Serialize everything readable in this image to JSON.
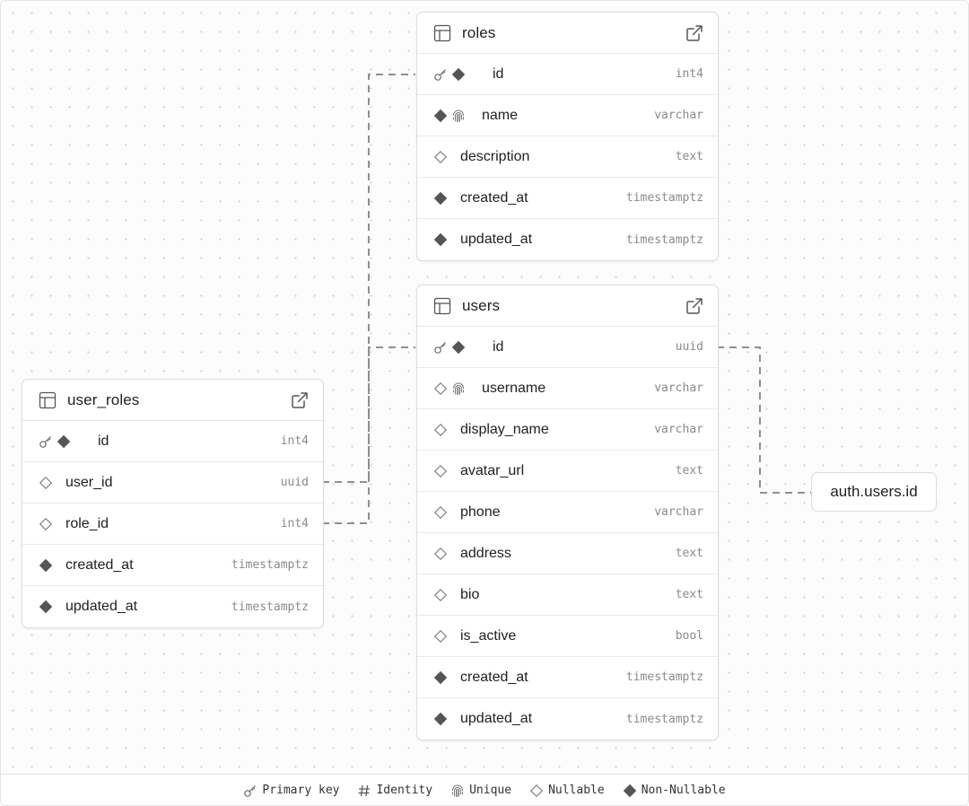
{
  "colors": {
    "accent": "#555555",
    "edge": "#8f8f8f",
    "type_text": "#8a8a8a",
    "border": "#dcdcdc"
  },
  "tables": [
    {
      "key": "roles",
      "name": "roles",
      "columns": [
        {
          "name": "id",
          "type": "int4",
          "pk": true,
          "unique": false,
          "nullable": false
        },
        {
          "name": "name",
          "type": "varchar",
          "pk": false,
          "unique": true,
          "nullable": false
        },
        {
          "name": "description",
          "type": "text",
          "pk": false,
          "unique": false,
          "nullable": true
        },
        {
          "name": "created_at",
          "type": "timestamptz",
          "pk": false,
          "unique": false,
          "nullable": false
        },
        {
          "name": "updated_at",
          "type": "timestamptz",
          "pk": false,
          "unique": false,
          "nullable": false
        }
      ]
    },
    {
      "key": "users",
      "name": "users",
      "columns": [
        {
          "name": "id",
          "type": "uuid",
          "pk": true,
          "unique": false,
          "nullable": false
        },
        {
          "name": "username",
          "type": "varchar",
          "pk": false,
          "unique": true,
          "nullable": true
        },
        {
          "name": "display_name",
          "type": "varchar",
          "pk": false,
          "unique": false,
          "nullable": true
        },
        {
          "name": "avatar_url",
          "type": "text",
          "pk": false,
          "unique": false,
          "nullable": true
        },
        {
          "name": "phone",
          "type": "varchar",
          "pk": false,
          "unique": false,
          "nullable": true
        },
        {
          "name": "address",
          "type": "text",
          "pk": false,
          "unique": false,
          "nullable": true
        },
        {
          "name": "bio",
          "type": "text",
          "pk": false,
          "unique": false,
          "nullable": true
        },
        {
          "name": "is_active",
          "type": "bool",
          "pk": false,
          "unique": false,
          "nullable": true
        },
        {
          "name": "created_at",
          "type": "timestamptz",
          "pk": false,
          "unique": false,
          "nullable": false
        },
        {
          "name": "updated_at",
          "type": "timestamptz",
          "pk": false,
          "unique": false,
          "nullable": false
        }
      ]
    },
    {
      "key": "user_roles",
      "name": "user_roles",
      "columns": [
        {
          "name": "id",
          "type": "int4",
          "pk": true,
          "unique": false,
          "nullable": false
        },
        {
          "name": "user_id",
          "type": "uuid",
          "pk": false,
          "unique": false,
          "nullable": true
        },
        {
          "name": "role_id",
          "type": "int4",
          "pk": false,
          "unique": false,
          "nullable": true
        },
        {
          "name": "created_at",
          "type": "timestamptz",
          "pk": false,
          "unique": false,
          "nullable": false
        },
        {
          "name": "updated_at",
          "type": "timestamptz",
          "pk": false,
          "unique": false,
          "nullable": false
        }
      ]
    }
  ],
  "external_reference": {
    "label": "auth.users.id"
  },
  "relations": [
    {
      "from": "user_roles.user_id",
      "to": "users.id"
    },
    {
      "from": "user_roles.role_id",
      "to": "roles.id"
    },
    {
      "from": "users.id",
      "to": "auth.users.id"
    }
  ],
  "legend": {
    "primary_key": "Primary key",
    "identity": "Identity",
    "unique": "Unique",
    "nullable": "Nullable",
    "non_nullable": "Non-Nullable"
  }
}
